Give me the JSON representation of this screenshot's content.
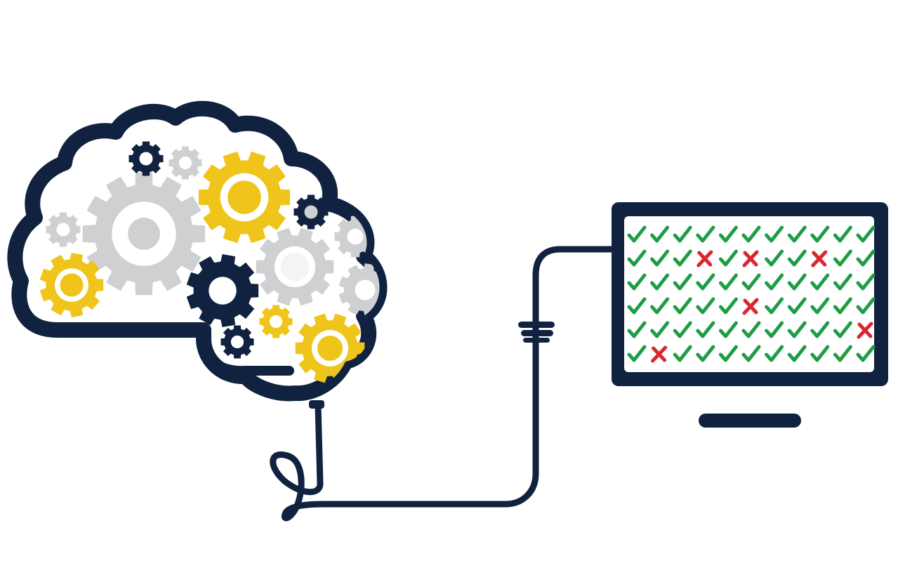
{
  "colors": {
    "navy": "#10223f",
    "gray": "#cfd0d2",
    "yellow": "#efc51b",
    "light": "#f3f4f6",
    "green": "#1f9d46",
    "red": "#d9272e",
    "background": "#ffffff"
  },
  "icons": {
    "brain": "brain-icon",
    "gear": "gear-icon",
    "cable": "cable-icon",
    "connector": "connector-icon",
    "monitor": "monitor-icon",
    "check": "check-icon",
    "cross": "cross-icon"
  },
  "results": {
    "rows": [
      [
        "check",
        "check",
        "check",
        "check",
        "check",
        "check",
        "check",
        "check",
        "check",
        "check",
        "check"
      ],
      [
        "check",
        "check",
        "check",
        "cross",
        "check",
        "cross",
        "check",
        "check",
        "cross",
        "check",
        "check"
      ],
      [
        "check",
        "check",
        "check",
        "check",
        "check",
        "check",
        "check",
        "check",
        "check",
        "check",
        "check"
      ],
      [
        "check",
        "check",
        "check",
        "check",
        "check",
        "cross",
        "check",
        "check",
        "check",
        "check",
        "check"
      ],
      [
        "check",
        "check",
        "check",
        "check",
        "check",
        "check",
        "check",
        "check",
        "check",
        "check",
        "cross"
      ],
      [
        "check",
        "cross",
        "check",
        "check",
        "check",
        "check",
        "check",
        "check",
        "check",
        "check",
        "check"
      ]
    ]
  }
}
